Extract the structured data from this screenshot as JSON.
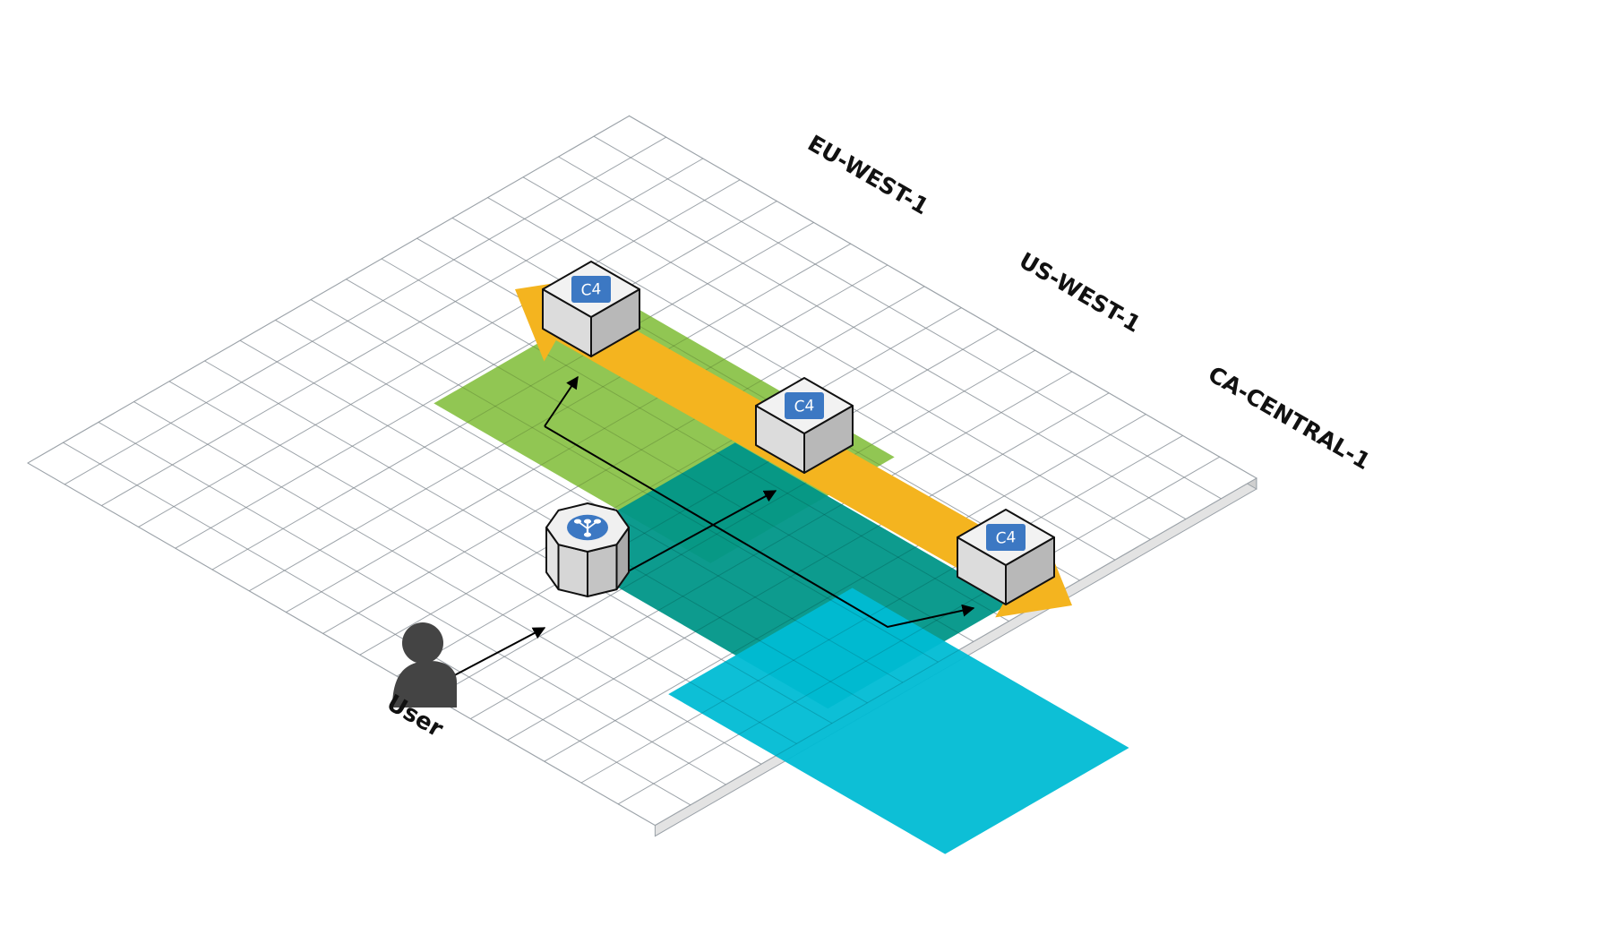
{
  "regions": [
    {
      "id": "eu",
      "label": "EU-WEST-1",
      "color": "#8bc34a"
    },
    {
      "id": "us",
      "label": "US-WEST-1",
      "color": "#009688"
    },
    {
      "id": "ca",
      "label": "CA-CENTRAL-1",
      "color": "#00bcd4"
    }
  ],
  "nodes": [
    {
      "id": "c4-eu",
      "label": "C4",
      "icon": "database-node-icon"
    },
    {
      "id": "c4-us",
      "label": "C4",
      "icon": "database-node-icon"
    },
    {
      "id": "c4-ca",
      "label": "C4",
      "icon": "database-node-icon"
    }
  ],
  "load_balancer": {
    "icon": "load-balancer-icon"
  },
  "user": {
    "label": "User",
    "icon": "user-icon"
  },
  "colors": {
    "replication_arrow": "#f4b41f",
    "chip": "#3c78c3",
    "grid_line": "#b9c0c7",
    "block_top": "#f2f2f2",
    "block_left": "#dcdcdc",
    "block_right": "#b8b8b8",
    "user": "#444444"
  }
}
